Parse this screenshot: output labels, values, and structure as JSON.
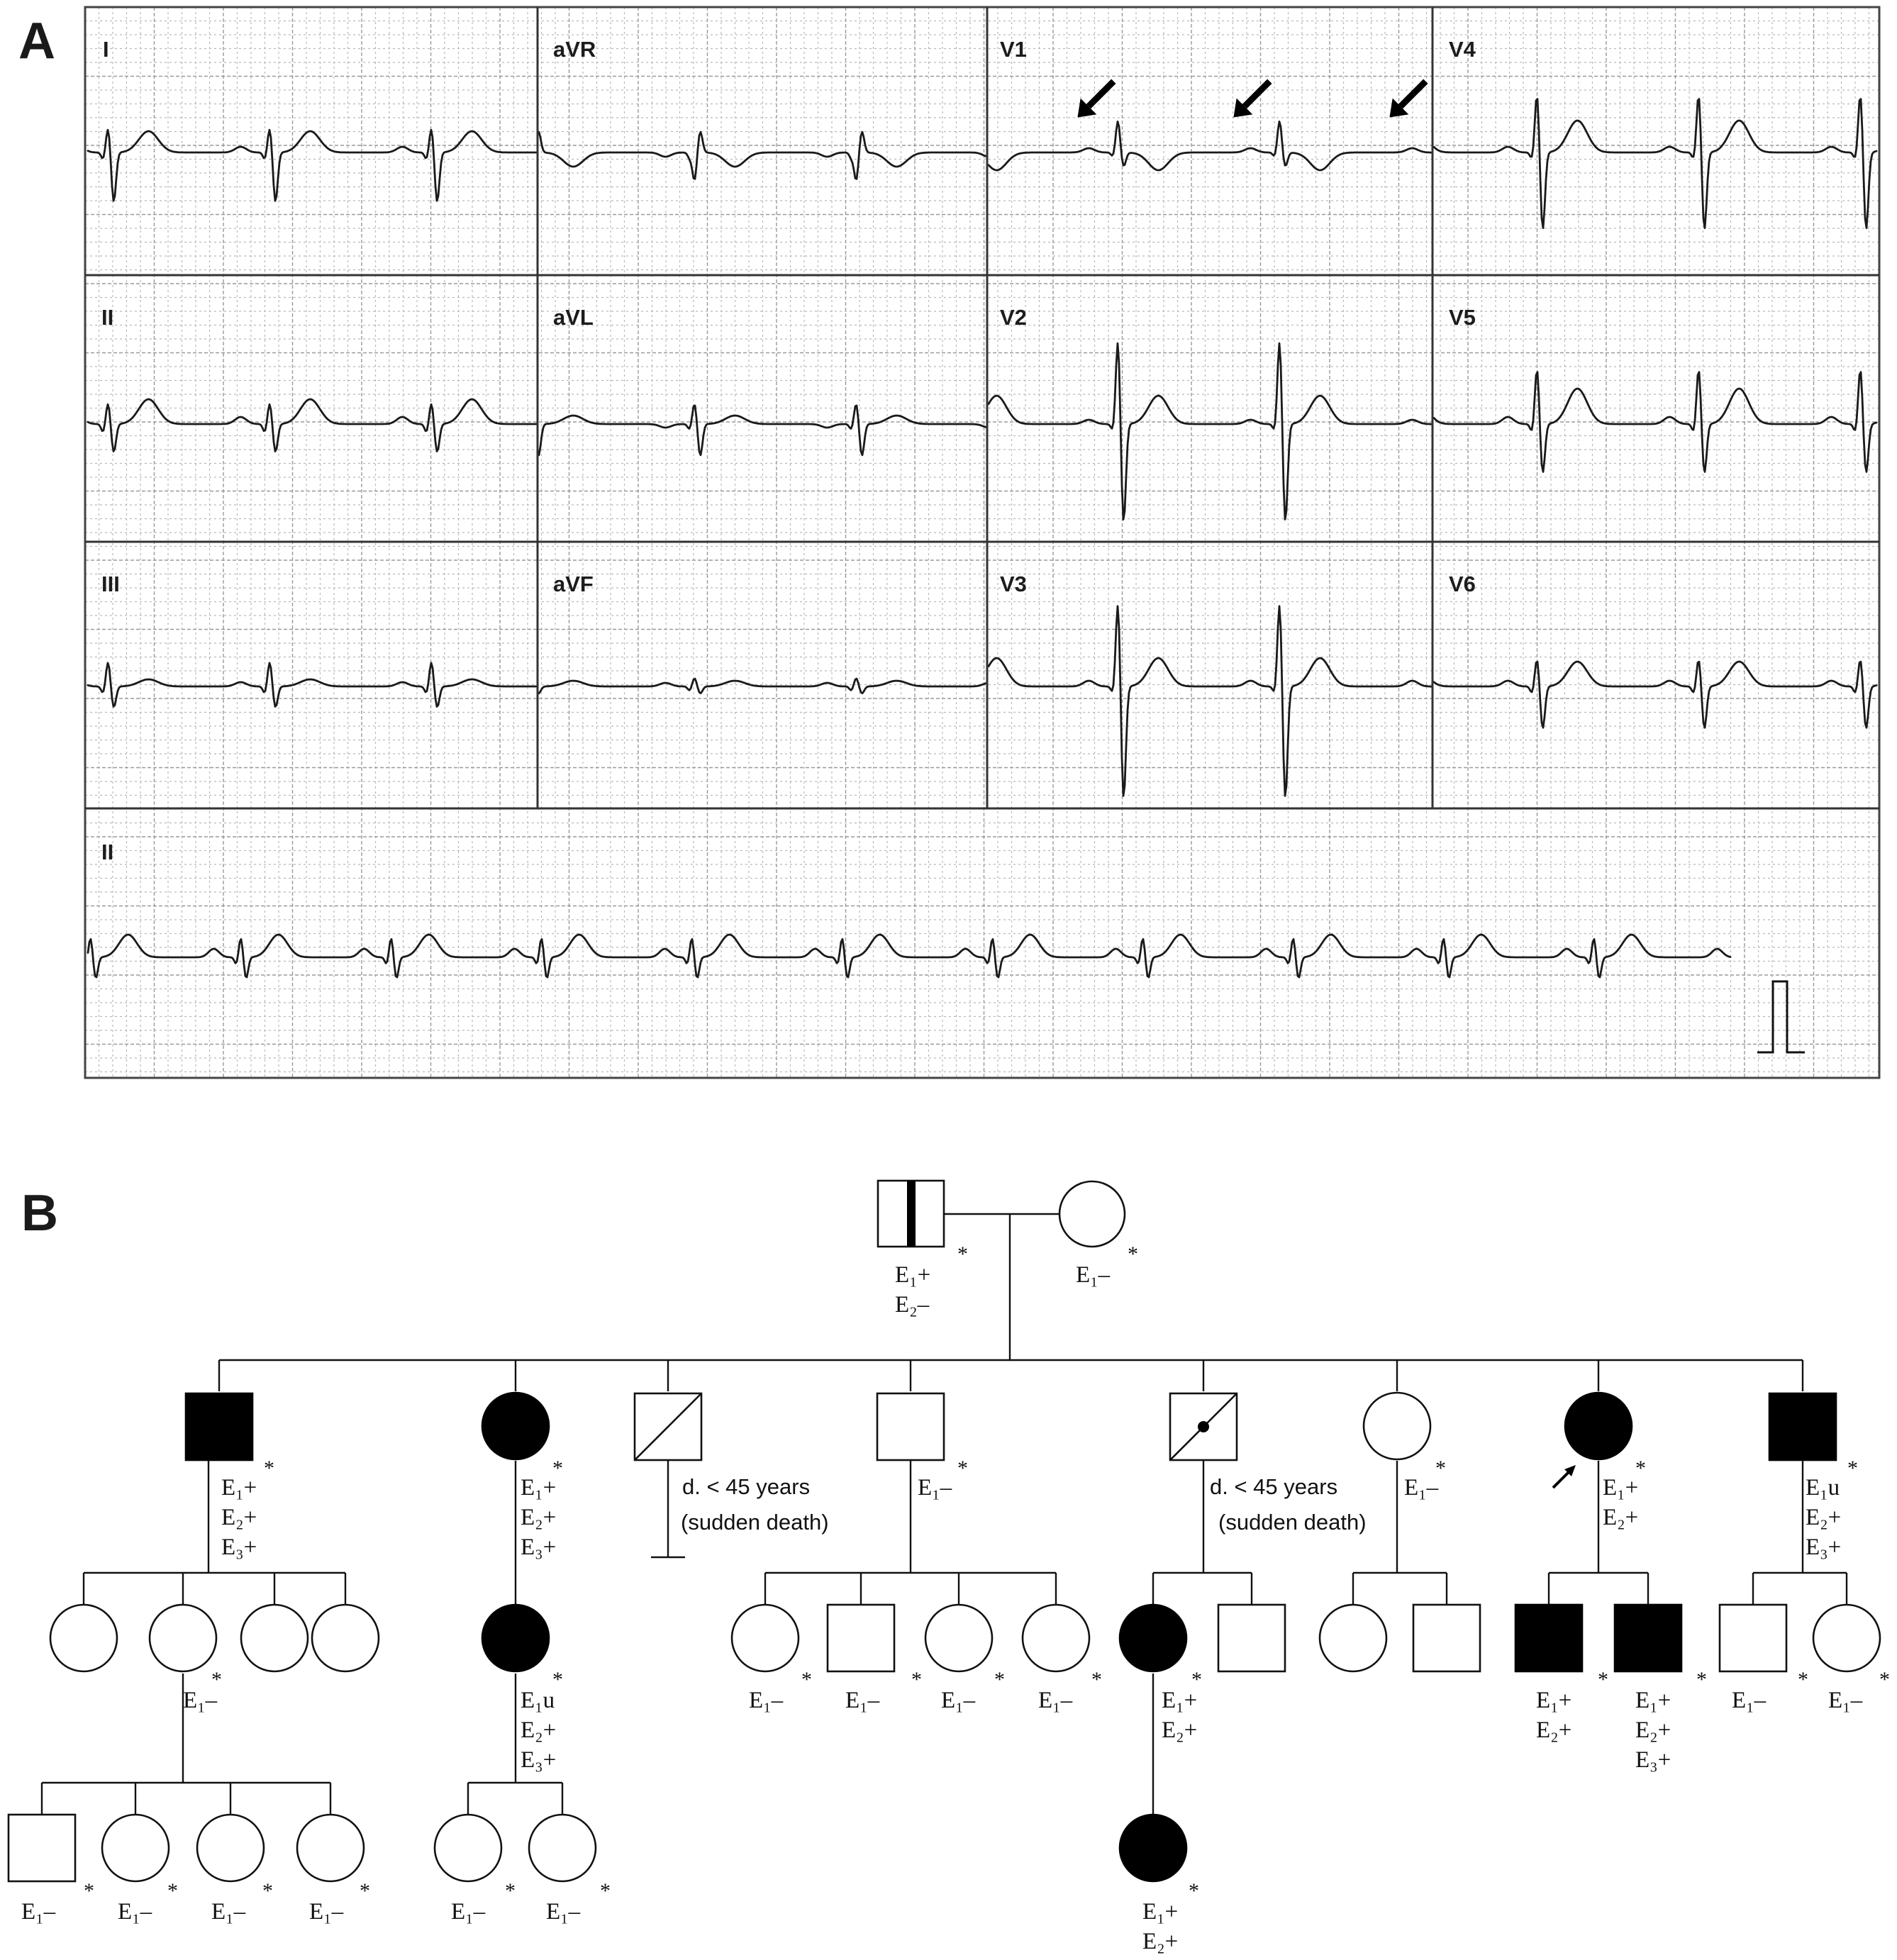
{
  "panel_a": {
    "label": "A",
    "leads": [
      {
        "id": "I",
        "label": "I",
        "row": 0,
        "col": 0
      },
      {
        "id": "aVR",
        "label": "aVR",
        "row": 0,
        "col": 1
      },
      {
        "id": "V1",
        "label": "V1",
        "row": 0,
        "col": 2
      },
      {
        "id": "V4",
        "label": "V4",
        "row": 0,
        "col": 3
      },
      {
        "id": "II",
        "label": "II",
        "row": 1,
        "col": 0
      },
      {
        "id": "aVL",
        "label": "aVL",
        "row": 1,
        "col": 1
      },
      {
        "id": "V2",
        "label": "V2",
        "row": 1,
        "col": 2
      },
      {
        "id": "V5",
        "label": "V5",
        "row": 1,
        "col": 3
      },
      {
        "id": "III",
        "label": "III",
        "row": 2,
        "col": 0
      },
      {
        "id": "aVF",
        "label": "aVF",
        "row": 2,
        "col": 1
      },
      {
        "id": "V3",
        "label": "V3",
        "row": 2,
        "col": 2
      },
      {
        "id": "V6",
        "label": "V6",
        "row": 2,
        "col": 3
      }
    ],
    "rhythm_strip": {
      "label": "II"
    },
    "annotations": {
      "v1_arrows": 3,
      "calibration_pulse": true
    }
  },
  "panel_b": {
    "label": "B",
    "star": "*",
    "notes": {
      "death1_a": "d. < 45 years",
      "death1_b": "(sudden death)",
      "death2_a": "d. < 45 years",
      "death2_b": "(sudden death)"
    },
    "genotypes": {
      "E1plus": "E₁+",
      "E1minus": "E₁–",
      "E1u": "E₁u",
      "E2plus": "E₂+",
      "E2minus": "E₂–",
      "E3plus": "E₃+"
    }
  }
}
